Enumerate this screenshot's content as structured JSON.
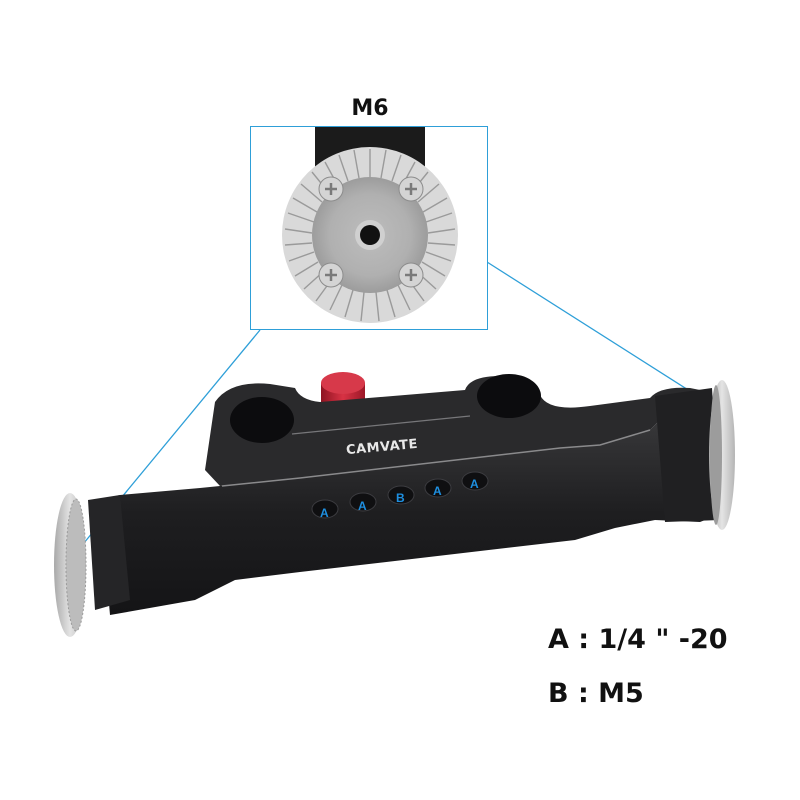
{
  "callout": {
    "title": "M6",
    "border_color": "#2e9fd8"
  },
  "product": {
    "brand": "CAMVATE",
    "body_color": "#1c1c1e",
    "knob_color": "#c8283a",
    "rosette_color": "#c9c9c9",
    "holes": [
      {
        "label": "A"
      },
      {
        "label": "A"
      },
      {
        "label": "B"
      },
      {
        "label": "A"
      },
      {
        "label": "A"
      }
    ],
    "hole_label_color": "#1e8fe0"
  },
  "specs": {
    "a": "A : 1/4 \" -20",
    "b": "B : M5"
  }
}
